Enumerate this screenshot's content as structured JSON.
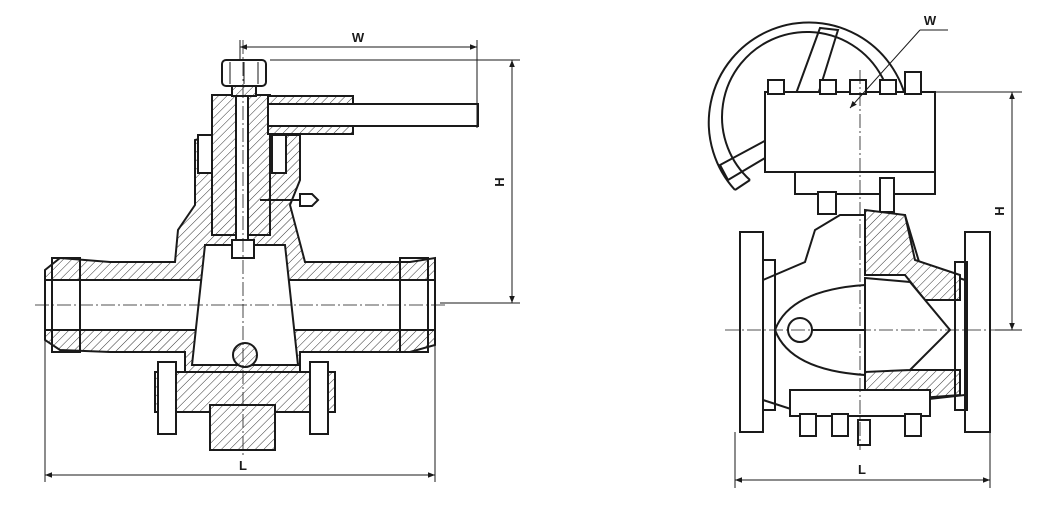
{
  "left_view": {
    "labels": {
      "width": "W",
      "height": "H",
      "length": "L"
    }
  },
  "right_view": {
    "labels": {
      "width": "W",
      "height": "H",
      "length": "L"
    }
  }
}
